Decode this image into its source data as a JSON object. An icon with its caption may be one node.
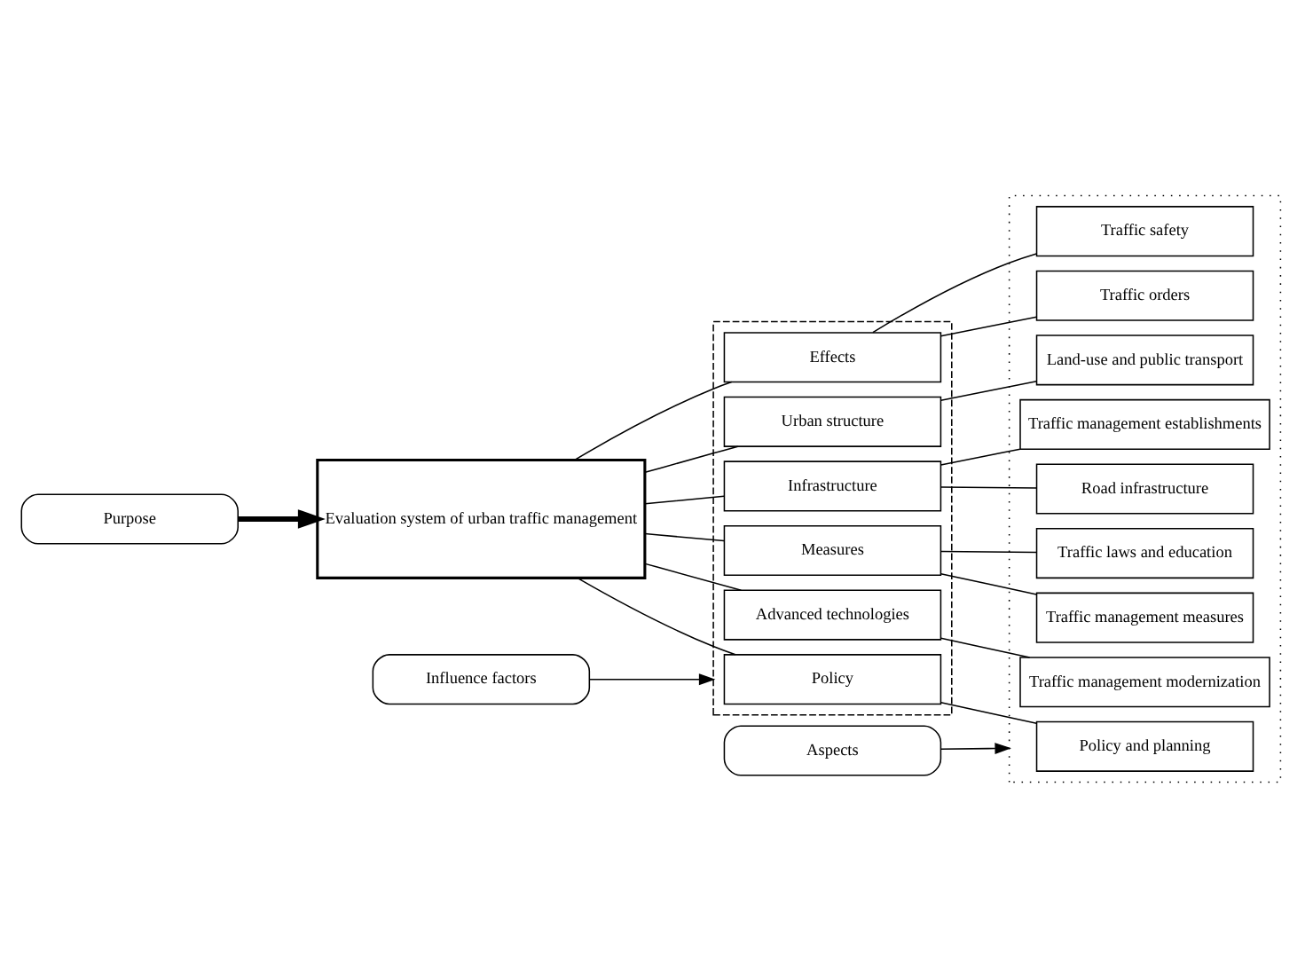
{
  "diagram": {
    "nodes": [
      {
        "text": [
          "Purpose"
        ]
      },
      {
        "text": [
          "Influence factors"
        ]
      },
      {
        "text": [
          "Aspects"
        ]
      },
      {
        "text": [
          "Evaluation system of urban traffic management"
        ]
      },
      {
        "text": [],
        "shape": "box"
      },
      {
        "text": [
          "Policy"
        ],
        "in": 4
      },
      {
        "text": [
          "Urban structure"
        ],
        "in": 4
      },
      {
        "text": [
          "Infrastructure"
        ],
        "in": 4
      },
      {
        "text": [
          "Measures"
        ],
        "in": 4
      },
      {
        "text": [
          "Advanced technologies"
        ],
        "in": 4
      },
      {
        "text": [
          "Effects"
        ],
        "in": 4
      },
      {
        "text": [],
        "shape": "box"
      },
      {
        "text": [
          "Policy and planning"
        ],
        "in": 11
      },
      {
        "text": [
          "Land-use and public transport"
        ],
        "in": 11
      },
      {
        "text": [
          "Road infrastructure"
        ],
        "in": 11
      },
      {
        "text": [
          "Traffic management establishments"
        ],
        "in": 11
      },
      {
        "text": [
          "Traffic management measures"
        ],
        "in": 11
      },
      {
        "text": [
          "Traffic laws and education"
        ],
        "in": 11
      },
      {
        "text": [
          "Traffic management modernization"
        ],
        "in": 11
      },
      {
        "text": [
          "Traffic orders"
        ],
        "in": 11
      },
      {
        "text": [
          "Traffic safety"
        ],
        "in": 11
      }
    ],
    "edges": [
      {
        "from": 0,
        "to": 3,
        "arrow": "to",
        "style": "thick"
      },
      {
        "from": 1,
        "to": 4,
        "arrow": "to"
      },
      {
        "from": 2,
        "to": 11,
        "arrow": "to"
      },
      {
        "from": 3,
        "to": 5,
        "arrow": "none"
      },
      {
        "from": 3,
        "to": 6,
        "arrow": "none"
      },
      {
        "from": 3,
        "to": 7,
        "arrow": "none"
      },
      {
        "from": 3,
        "to": 8,
        "arrow": "none"
      },
      {
        "from": 3,
        "to": 9,
        "arrow": "none"
      },
      {
        "from": 3,
        "to": 10,
        "arrow": "none"
      },
      {
        "from": 5,
        "to": 12,
        "arrow": "none"
      },
      {
        "from": 6,
        "to": 13,
        "arrow": "none"
      },
      {
        "from": 7,
        "to": 14,
        "arrow": "none"
      },
      {
        "from": 7,
        "to": 15,
        "arrow": "none"
      },
      {
        "from": 8,
        "to": 16,
        "arrow": "none"
      },
      {
        "from": 8,
        "to": 17,
        "arrow": "none"
      },
      {
        "from": 9,
        "to": 18,
        "arrow": "none"
      },
      {
        "from": 10,
        "to": 19,
        "arrow": "none"
      },
      {
        "from": 10,
        "to": 20,
        "arrow": "none"
      }
    ]
  }
}
